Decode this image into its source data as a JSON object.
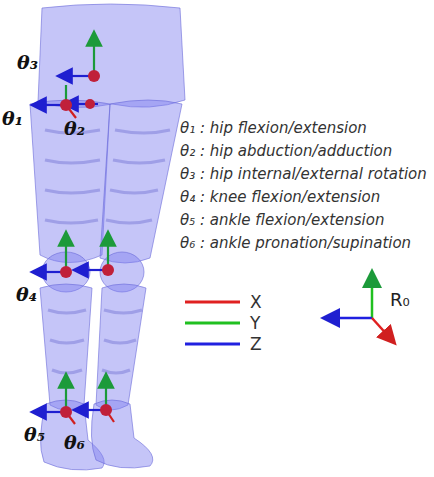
{
  "diagram": {
    "labels": [
      "θ₃",
      "θ₁",
      "θ₂",
      "θ₄",
      "θ₅",
      "θ₆",
      "θ₁ : hip flexion/extension",
      "θ₂ : hip abduction/adduction",
      "θ₃ : hip internal/external rotation",
      "θ₄ : knee flexion/extension",
      "θ₅ : ankle flexion/extension",
      "θ₆ : ankle pronation/supination",
      "R₀"
    ],
    "legend": [
      {
        "text": "X"
      },
      {
        "text": "Y"
      },
      {
        "text": "Z"
      }
    ]
  }
}
